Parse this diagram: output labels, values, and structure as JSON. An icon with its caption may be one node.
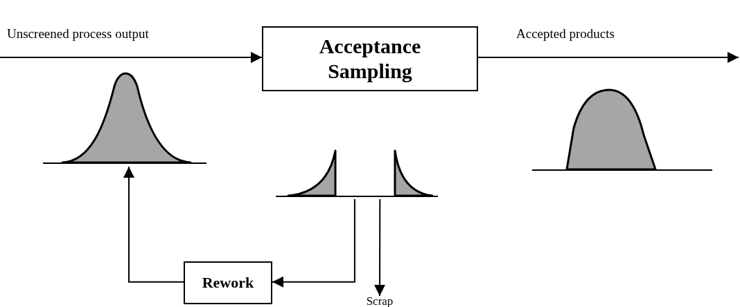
{
  "diagram": {
    "nodes": [
      {
        "text": [
          "Acceptance Sampling"
        ]
      },
      {
        "text": [
          "Rework"
        ]
      },
      {
        "text": [
          "Scrap"
        ]
      },
      {
        "text": [],
        "shape": "curve"
      },
      {
        "text": [],
        "shape": "curve"
      },
      {
        "text": [],
        "shape": "curve"
      }
    ],
    "edges": [
      {
        "from": null,
        "to": 0,
        "arrow": "to",
        "label": "Unscreened process output"
      },
      {
        "from": 0,
        "to": null,
        "arrow": "to",
        "label": "Accepted products"
      },
      {
        "from": 4,
        "to": 1,
        "arrow": "to"
      },
      {
        "from": 4,
        "to": 2,
        "arrow": "to"
      },
      {
        "from": 1,
        "to": 3,
        "arrow": "to"
      }
    ]
  }
}
